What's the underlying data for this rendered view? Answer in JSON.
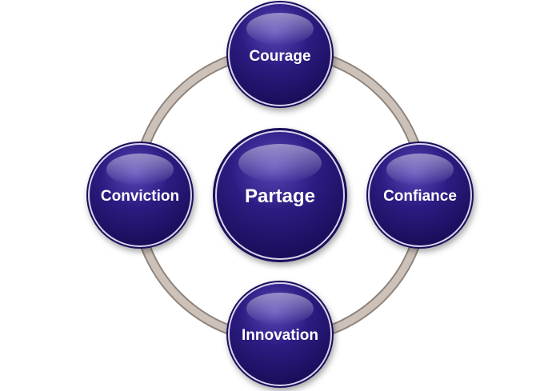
{
  "diagram": {
    "center": {
      "label": "Partage"
    },
    "nodes": [
      {
        "label": "Courage"
      },
      {
        "label": "Confiance"
      },
      {
        "label": "Innovation"
      },
      {
        "label": "Conviction"
      }
    ]
  },
  "colors": {
    "circle_fill": "#2a1a7a",
    "circle_highlight": "#4a3aa8",
    "ring": "#c9bdb5",
    "ring_shadow": "#8f847c",
    "label": "#ffffff"
  }
}
